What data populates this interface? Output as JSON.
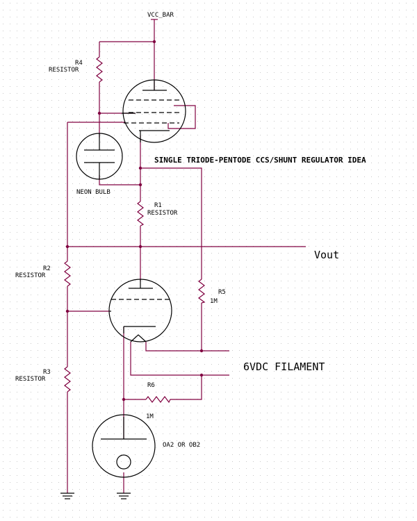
{
  "schematic": {
    "title": "SINGLE TRIODE-PENTODE CCS/SHUNT REGULATOR IDEA",
    "supply_label": "VCC_BAR",
    "output_label": "Vout",
    "filament_label": "6VDC FILAMENT",
    "neon_label": "NEON BULB",
    "regulator_tube_label": "OA2 OR OB2",
    "components": {
      "r1": {
        "ref": "R1",
        "type": "RESISTOR"
      },
      "r2": {
        "ref": "R2",
        "type": "RESISTOR"
      },
      "r3": {
        "ref": "R3",
        "type": "RESISTOR"
      },
      "r4": {
        "ref": "R4",
        "type": "RESISTOR"
      },
      "r5": {
        "ref": "R5",
        "value": "1M"
      },
      "r6": {
        "ref": "R6",
        "value": "1M"
      }
    }
  },
  "colors": {
    "wire": "#800040",
    "symbol": "#000000",
    "grid_dot": "#c8c8c8",
    "background": "#ffffff"
  }
}
